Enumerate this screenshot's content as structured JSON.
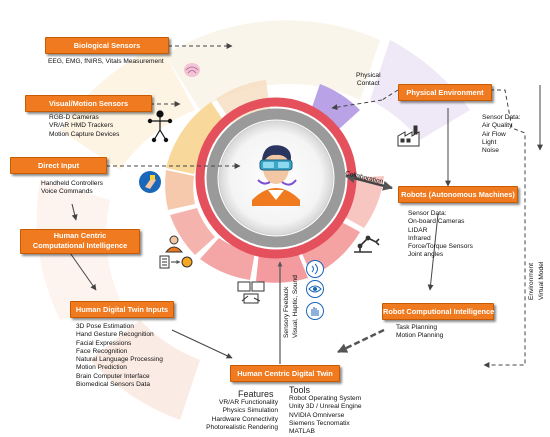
{
  "boxes": {
    "biological_sensors": "Biological Sensors",
    "visual_motion_sensors": "Visual/Motion Sensors",
    "direct_input": "Direct Input",
    "hcci_line1": "Human Centric",
    "hcci_line2": "Computational Intelligence",
    "hdt_inputs": "Human Digital Twin Inputs",
    "hcdt": "Human Centric Digital Twin",
    "physical_environment": "Physical Environment",
    "robots": "Robots (Autonomous Machines)",
    "robot_ci": "Robot Computional Intelligence"
  },
  "texts": {
    "bio_desc": "EEG, EMG, fNIRS, Vitals Measurement",
    "visual_items": [
      "RGB-D Cameras",
      "VR/AR HMD Trackers",
      "Motion Capture Devices"
    ],
    "direct_items": [
      "Handheld Controllers",
      "Voice Commands"
    ],
    "hdt_items": [
      "3D Pose Estimation",
      "Hand Gesture Recognition",
      "Facial Expressions",
      "Face Recognition",
      "Natural Language Processing",
      "Motion Prediction",
      "Brain Computer Interface",
      "Biomedical Sensors Data"
    ],
    "physical_contact": [
      "Physical",
      "Contact"
    ],
    "env_sensor_items": [
      "Sensor Data:",
      "Air Quality",
      "Air Flow",
      "Light",
      "Noise"
    ],
    "collaboration": "Collaboration",
    "robot_sensor_items": [
      "Sensor Data:",
      "On-board Cameras",
      "LIDAR",
      "Infrared",
      "Force/Torque Sensors",
      "Joint angles"
    ],
    "robot_ci_items": [
      "Task Planning",
      "Motion Planning"
    ],
    "sensory_feedback": "Sensory Feeback",
    "sensory_types": "Visual, Haptic, Sound",
    "env_model": "Environment",
    "virtual_model": "Virtual Model",
    "features_head": "Features",
    "features_items": [
      "VR/AR Functionality",
      "Physics Simulation",
      "Hardware Connectivity",
      "Photorealistic Rendering"
    ],
    "tools_head": "Tools",
    "tools_items": [
      "Robot Operating System",
      "Unity 3D / Unreal Engine",
      "NVIDIA Omniverse",
      "Siemens Tecnomatix",
      "MATLAB"
    ]
  },
  "colors": {
    "box_fill": "#f07a1f",
    "box_border": "#c85a00",
    "ring_gray": "#9a9a9a",
    "ring_red": "#e4505c",
    "segment_yellow": "#f2b84b",
    "segment_purple": "#a07ad8",
    "arrow": "#444444"
  },
  "icons": [
    "brain-scan-icon",
    "motion-tracking-figure-icon",
    "hand-controller-icon",
    "team-person-icon",
    "monitors-icon",
    "eye-icon",
    "hand-touch-icon",
    "sound-wave-icon",
    "factory-icon",
    "robot-arm-icon",
    "vr-headset-human-icon"
  ]
}
